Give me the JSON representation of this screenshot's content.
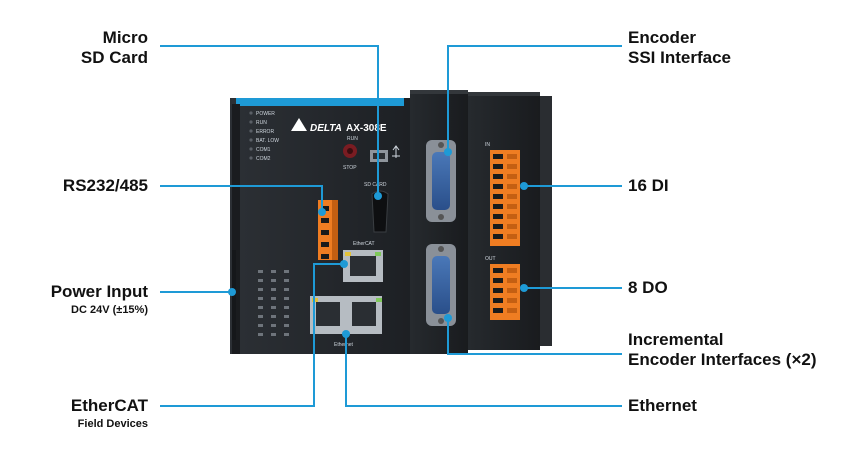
{
  "accent_color": "#1e9ad6",
  "device": {
    "brand": "DELTA",
    "model": "AX-308E",
    "status_leds": [
      "POWER",
      "RUN",
      "ERROR",
      "BAT. LOW",
      "COM1",
      "COM2"
    ],
    "run_label": "RUN",
    "stop_label": "STOP",
    "sd_label": "SD CARD",
    "ethercat_port_label": "EtherCAT",
    "ethernet_port_label": "Ethernet",
    "di_header": "IN",
    "do_header": "OUT"
  },
  "callouts": {
    "micro_sd": {
      "line1": "Micro",
      "line2": "SD Card"
    },
    "rs232": {
      "line1": "RS232/485"
    },
    "power": {
      "line1": "Power Input",
      "line2": "DC 24V (±15%)"
    },
    "ethercat": {
      "line1": "EtherCAT",
      "line2": "Field Devices"
    },
    "encoder_ssi": {
      "line1": "Encoder",
      "line2": "SSI Interface"
    },
    "di": {
      "line1": "16 DI"
    },
    "do": {
      "line1": "8 DO"
    },
    "incremental": {
      "line1": "Incremental",
      "line2": "Encoder Interfaces (×2)"
    },
    "ethernet": {
      "line1": "Ethernet"
    }
  }
}
